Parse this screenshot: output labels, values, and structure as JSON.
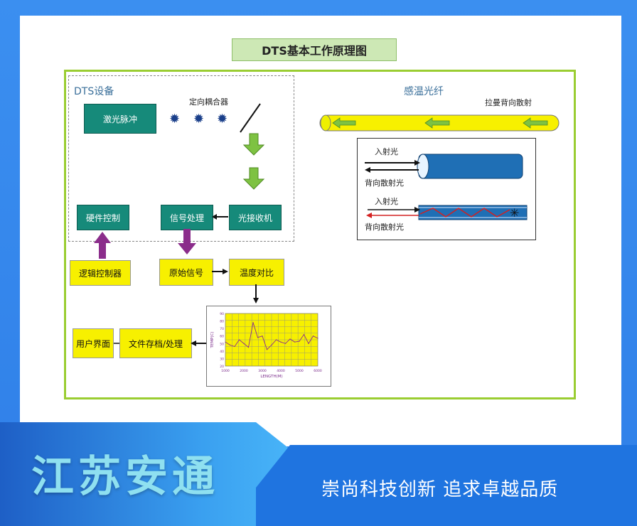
{
  "diagram": {
    "title": "DTS基本工作原理图",
    "dts_device_label": "DTS设备",
    "coupler_label": "定向耦合器",
    "sensing_fiber_label": "感温光纤",
    "raman_label": "拉曼背向散射",
    "boxes": {
      "laser_pulse": "激光脉冲",
      "hardware_control": "硬件控制",
      "signal_processing": "信号处理",
      "optical_receiver": "光接收机",
      "logic_controller": "逻辑控制器",
      "raw_signal": "原始信号",
      "temp_compare": "温度对比",
      "user_interface": "用户界面",
      "file_storage": "文件存档/处理"
    },
    "fiber_panel": {
      "incident_top": "入射光",
      "backscatter_top": "背向散射光",
      "incident_bottom": "入射光",
      "backscatter_bottom": "背向散射光"
    },
    "colors": {
      "teal": "#168a7a",
      "yellow": "#f7f000",
      "green_frame": "#9acd32",
      "purple_arrow": "#8b2d8b",
      "fiber_blue": "#1f6fb5"
    }
  },
  "chart_data": {
    "type": "line",
    "title": "",
    "xlabel": "LENGTH(M)",
    "ylabel": "TEMP(C)",
    "x_ticks": [
      "1000",
      "2000",
      "3000",
      "4000",
      "5000",
      "6000"
    ],
    "y_ticks": [
      "90",
      "80",
      "70",
      "60",
      "50",
      "40",
      "30",
      "20"
    ],
    "ylim": [
      20,
      90
    ],
    "xlim": [
      1000,
      6000
    ],
    "series": [
      {
        "x": [
          1000,
          1250,
          1500,
          1750,
          2000,
          2250,
          2500,
          2750,
          3000,
          3250,
          3500,
          3750,
          4000,
          4250,
          4500,
          4750,
          5000,
          5250,
          5500,
          5750,
          6000
        ],
        "values": [
          52,
          48,
          46,
          55,
          50,
          45,
          78,
          58,
          60,
          42,
          48,
          55,
          52,
          50,
          56,
          52,
          53,
          62,
          50,
          60,
          57
        ]
      }
    ]
  },
  "footer": {
    "brand": "江苏安通",
    "slogan": "崇尚科技创新  追求卓越品质"
  }
}
